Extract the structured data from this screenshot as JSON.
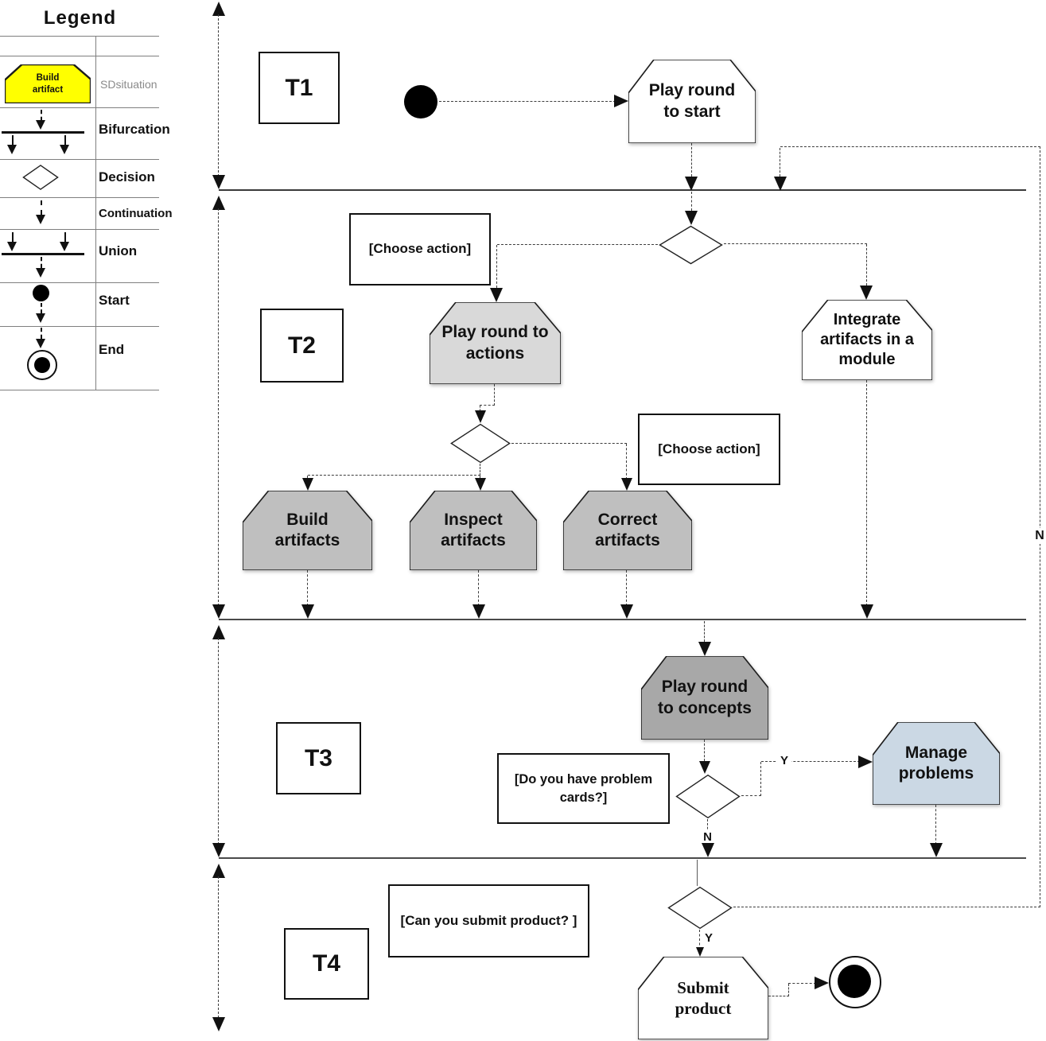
{
  "legend": {
    "title": "Legend",
    "rows": [
      {
        "symbol": "sdsituation-sample",
        "sample_label": "Build\nartifact",
        "label": "SDsituation"
      },
      {
        "symbol": "bifurcation-icon",
        "label": "Bifurcation"
      },
      {
        "symbol": "decision-icon",
        "label": "Decision"
      },
      {
        "symbol": "continuation-icon",
        "label": "Continuation"
      },
      {
        "symbol": "union-icon",
        "label": "Union"
      },
      {
        "symbol": "start-icon",
        "label": "Start"
      },
      {
        "symbol": "end-icon",
        "label": "End"
      }
    ]
  },
  "lanes": [
    {
      "label": "T1"
    },
    {
      "label": "T2"
    },
    {
      "label": "T3"
    },
    {
      "label": "T4"
    }
  ],
  "nodes": {
    "play_round_to_start": {
      "label": "Play round\nto start"
    },
    "play_round_to_actions": {
      "label": "Play round to\nactions"
    },
    "integrate_artifacts": {
      "label": "Integrate\nartifacts in a\nmodule"
    },
    "build_artifacts": {
      "label": "Build\nartifacts"
    },
    "inspect_artifacts": {
      "label": "Inspect\nartifacts"
    },
    "correct_artifacts": {
      "label": "Correct\nartifacts"
    },
    "play_round_to_concepts": {
      "label": "Play round\nto concepts"
    },
    "manage_problems": {
      "label": "Manage\nproblems"
    },
    "submit_product": {
      "label": "Submit\nproduct"
    }
  },
  "annotations": {
    "choose_action_1": "[Choose action]",
    "choose_action_2": "[Choose action]",
    "problem_cards": "[Do you have problem\ncards?]",
    "submit_question": "[Can you submit product? ]"
  },
  "branch_labels": {
    "problem_yes": "Y",
    "problem_no": "N",
    "submit_yes": "Y",
    "submit_no": "N"
  },
  "colors": {
    "sdsituation_yellow": "#FFFF00",
    "node_white": "#FFFFFF",
    "actions_light_gray": "#D9D9D9",
    "artifact_mid_gray": "#BFBFBF",
    "concepts_dark_gray": "#A8A8A8",
    "manage_blue": "#CBD8E4"
  }
}
